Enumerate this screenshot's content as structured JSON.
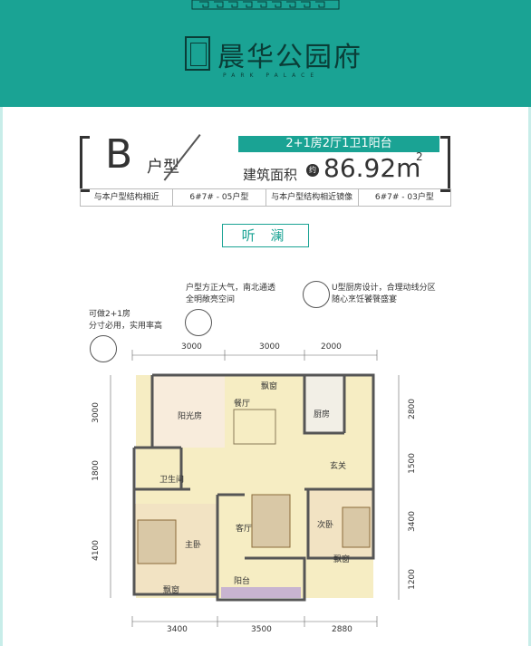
{
  "brand": {
    "name": "晨华公园府",
    "sub": "PARK PALACE"
  },
  "unit": {
    "letter": "B",
    "type_label": "户型",
    "layout": "2+1房2厅1卫1阳台",
    "area_label": "建筑面积",
    "area_tag": "约",
    "area_value": "86.92m",
    "area_sup": "2"
  },
  "reference": [
    "与本户型结构相近",
    "6#7# - 05户型",
    "与本户型结构相近镜像",
    "6#7# - 03户型"
  ],
  "plan_name": "听 澜",
  "features": {
    "left_line1": "可做2+1房",
    "left_line2": "分寸必用，实用率高",
    "mid_line1": "户型方正大气，南北通透",
    "mid_line2": "全明敞亮空间",
    "right_line1": "U型厨房设计，合理动线分区",
    "right_line2": "随心烹饪饕餮盛宴"
  },
  "dims_top": [
    "3000",
    "3000",
    "2000"
  ],
  "dims_bottom": [
    "3400",
    "3500",
    "2880"
  ],
  "dims_left": [
    "3000",
    "1800",
    "4100"
  ],
  "dims_right": [
    "2800",
    "1500",
    "3400",
    "1200"
  ],
  "rooms": {
    "sunroom": "阳光房",
    "bay1": "飘窗",
    "dining": "餐厅",
    "kitchen": "厨房",
    "bath": "卫生间",
    "foyer": "玄关",
    "living": "客厅",
    "master": "主卧",
    "second": "次卧",
    "bay2": "飘窗",
    "bay3": "飘窗",
    "balcony": "阳台"
  },
  "colors": {
    "accent": "#1aa394",
    "floor": "#f6edc3",
    "wall": "#555555"
  }
}
